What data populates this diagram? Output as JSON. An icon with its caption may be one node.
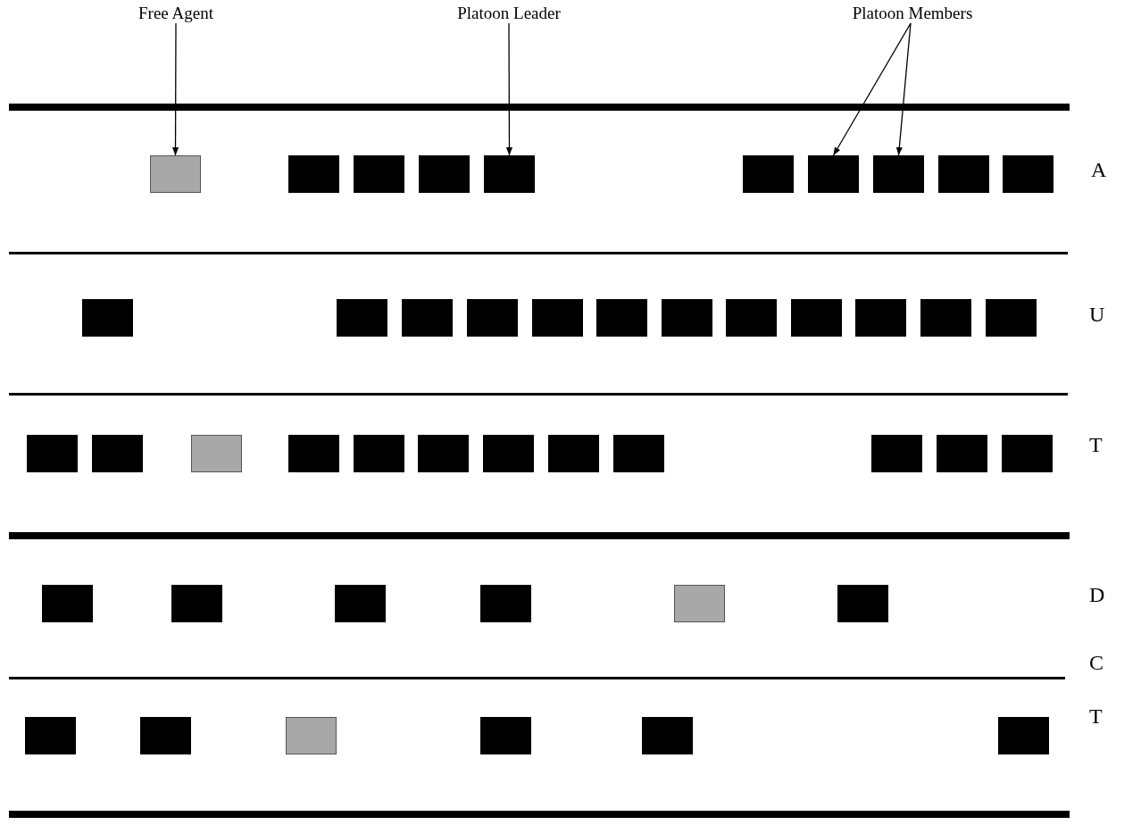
{
  "diagram": {
    "nodes": [
      {
        "text": [
          "Free Agent"
        ]
      },
      {
        "text": [
          "Platoon Leader"
        ]
      },
      {
        "text": [
          "Platoon Members"
        ]
      },
      {
        "text": [],
        "shape": "box"
      },
      {
        "text": [],
        "shape": "box"
      },
      {
        "text": [],
        "shape": "box"
      },
      {
        "text": [],
        "shape": "box"
      },
      {
        "text": [],
        "shape": "box"
      },
      {
        "text": [],
        "shape": "box"
      },
      {
        "text": [],
        "shape": "box"
      },
      {
        "text": [],
        "shape": "box"
      },
      {
        "text": [],
        "shape": "box"
      },
      {
        "text": [],
        "shape": "box"
      },
      {
        "text": [],
        "shape": "box"
      },
      {
        "text": [],
        "shape": "box"
      },
      {
        "text": [],
        "shape": "box"
      },
      {
        "text": [],
        "shape": "box"
      },
      {
        "text": [],
        "shape": "box"
      },
      {
        "text": [],
        "shape": "box"
      },
      {
        "text": [],
        "shape": "box"
      },
      {
        "text": [],
        "shape": "box"
      },
      {
        "text": [],
        "shape": "box"
      },
      {
        "text": [],
        "shape": "box"
      },
      {
        "text": [],
        "shape": "box"
      },
      {
        "text": [],
        "shape": "box"
      },
      {
        "text": [],
        "shape": "box"
      },
      {
        "text": [],
        "shape": "box"
      },
      {
        "text": [],
        "shape": "box"
      },
      {
        "text": [],
        "shape": "box"
      },
      {
        "text": [],
        "shape": "box"
      },
      {
        "text": [],
        "shape": "box"
      },
      {
        "text": [],
        "shape": "box"
      },
      {
        "text": [],
        "shape": "box"
      },
      {
        "text": [],
        "shape": "box"
      },
      {
        "text": [],
        "shape": "box"
      },
      {
        "text": [],
        "shape": "box"
      },
      {
        "text": [],
        "shape": "box"
      },
      {
        "text": [],
        "shape": "box"
      },
      {
        "text": [],
        "shape": "box"
      },
      {
        "text": [],
        "shape": "box"
      },
      {
        "text": [],
        "shape": "box"
      },
      {
        "text": [],
        "shape": "box"
      },
      {
        "text": [],
        "shape": "box"
      },
      {
        "text": [],
        "shape": "box"
      },
      {
        "text": [],
        "shape": "box"
      },
      {
        "text": [],
        "shape": "box"
      },
      {
        "text": [],
        "shape": "box"
      },
      {
        "text": [],
        "shape": "box"
      },
      {
        "text": [],
        "shape": "box"
      }
    ],
    "edges": [
      {
        "from": 0,
        "to": 3,
        "arrow": "to"
      },
      {
        "from": 1,
        "to": 7,
        "arrow": "to"
      },
      {
        "from": 2,
        "to": 9,
        "arrow": "to"
      },
      {
        "from": 2,
        "to": 10,
        "arrow": "to"
      }
    ],
    "labels": [
      "A",
      "U",
      "T",
      "D",
      "C",
      "T"
    ]
  }
}
